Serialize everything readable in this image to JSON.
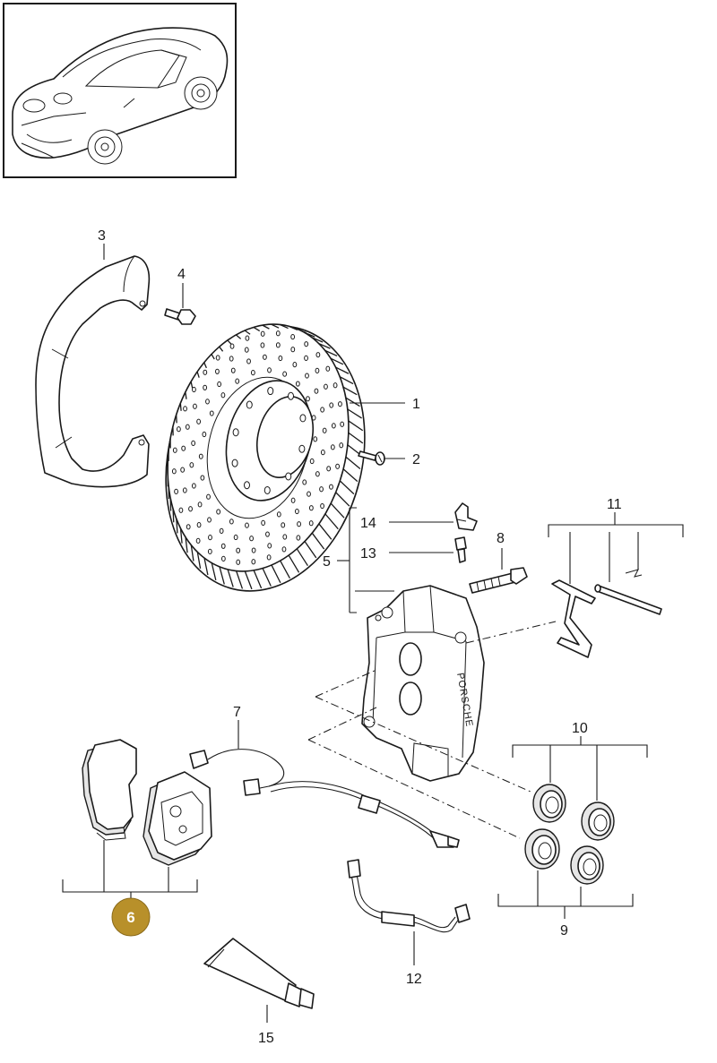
{
  "labels": {
    "p1": "1",
    "p2": "2",
    "p3": "3",
    "p4": "4",
    "p5": "5",
    "p6": "6",
    "p7": "7",
    "p8": "8",
    "p9": "9",
    "p10": "10",
    "p11": "11",
    "p12": "12",
    "p13": "13",
    "p14": "14",
    "p15": "15"
  },
  "caliper_text": "PORSCHE",
  "colors": {
    "highlight_badge": "#b8902a",
    "line": "#1a1a1a"
  }
}
